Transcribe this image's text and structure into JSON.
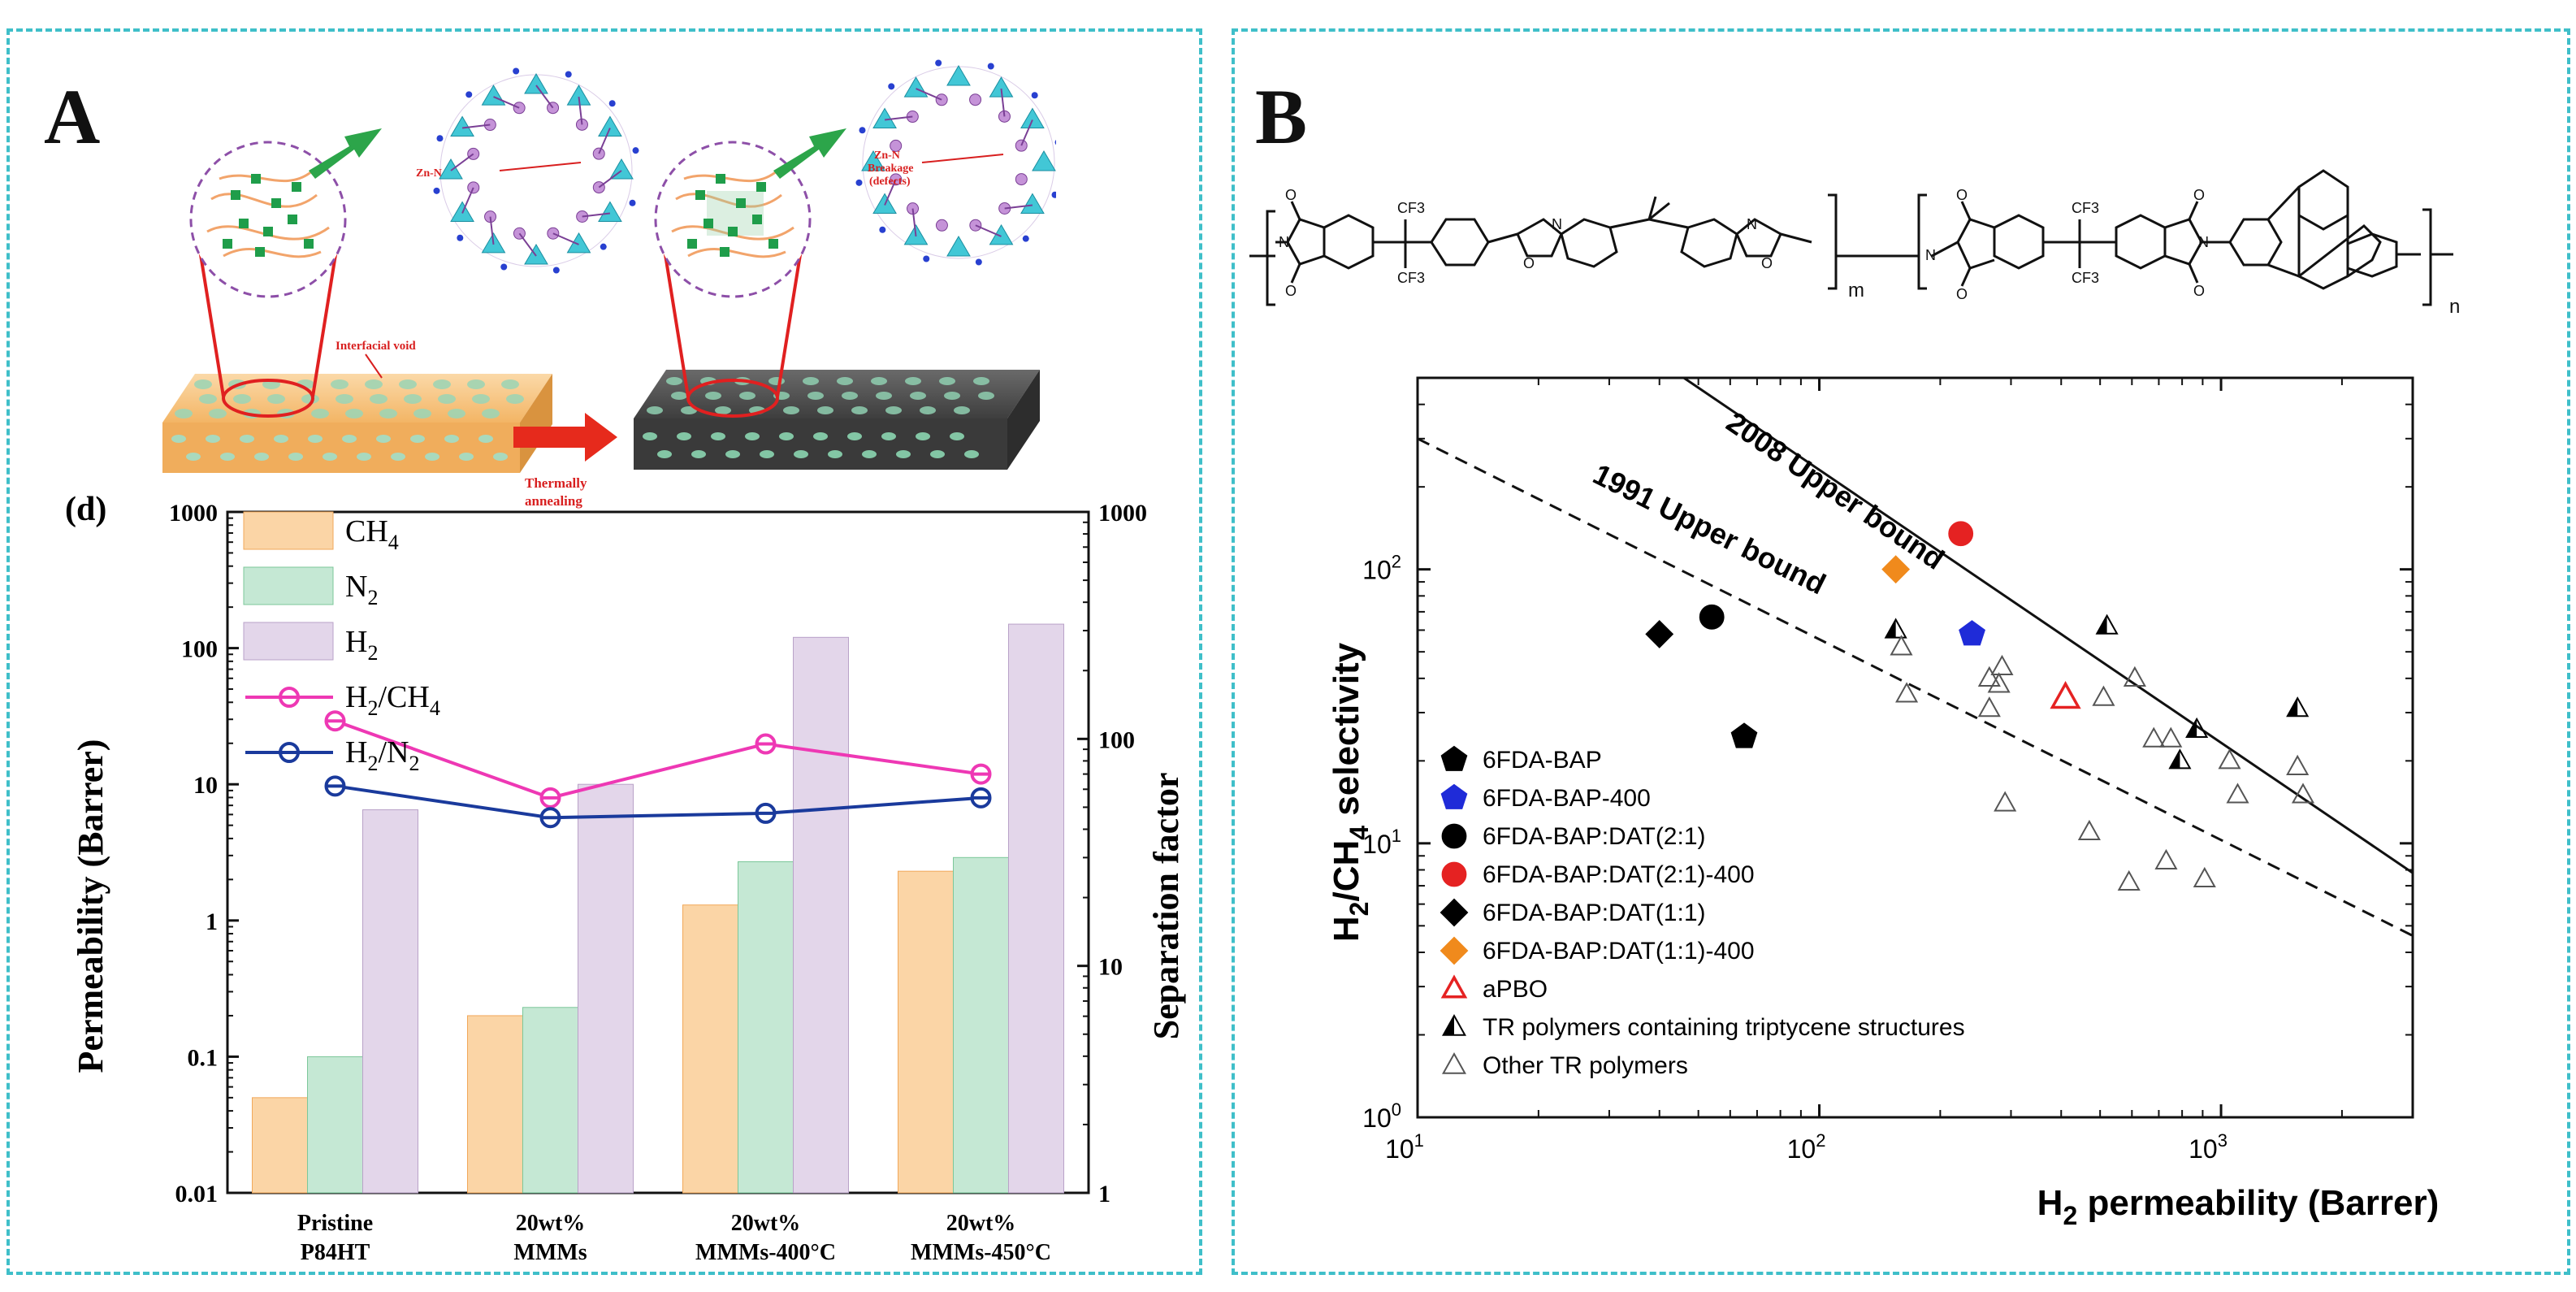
{
  "panel_a": {
    "label": "A",
    "schematic": {
      "zn_n_label": "Zn-N",
      "zn_n_breakage_label_1": "Zn-N",
      "zn_n_breakage_label_2": "Breakage",
      "zn_n_breakage_label_3": "(defects)",
      "interfacial_void_label": "Interfacial void",
      "arrow_label_1": "Thermally",
      "arrow_label_2": "annealing",
      "colors": {
        "membrane_pristine": "#f7c98c",
        "membrane_annealed": "#5a5a5a",
        "callout": "#e02020",
        "arrow_green": "#2ca54a"
      }
    }
  },
  "panel_b": {
    "label": "B",
    "structure": {
      "cf3_a": "CF3",
      "cf3_b": "CF3",
      "cf3_c": "CF3",
      "cf3_d": "CF3",
      "m": "m",
      "n": "n"
    }
  },
  "chart_data": [
    {
      "id": "d",
      "panel_letter": "(d)",
      "type": "bar",
      "yscale": "log",
      "ylabel": "Permeability (Barrer)",
      "ylim": [
        0.01,
        1000
      ],
      "y_ticks": [
        "0.01",
        "0.1",
        "1",
        "10",
        "100",
        "1000"
      ],
      "y2label": "Separation factor",
      "y2scale": "log",
      "y2lim": [
        1,
        1000
      ],
      "y2_ticks": [
        "1",
        "10",
        "100",
        "1000"
      ],
      "categories": [
        {
          "line1": "Pristine",
          "line2": "P84HT"
        },
        {
          "line1": "20wt%",
          "line2": "MMMs"
        },
        {
          "line1": "20wt%",
          "line2": "MMMs-400°C"
        },
        {
          "line1": "20wt%",
          "line2": "MMMs-450°C"
        }
      ],
      "series": [
        {
          "name": "CH4",
          "legend_main": "CH",
          "legend_sub": "4",
          "kind": "bar",
          "color": "#fbd5a6",
          "edge": "#f1a85a",
          "values": [
            0.05,
            0.2,
            1.3,
            2.3
          ]
        },
        {
          "name": "N2",
          "legend_main": "N",
          "legend_sub": "2",
          "kind": "bar",
          "color": "#c5e8d4",
          "edge": "#7cc79a",
          "values": [
            0.1,
            0.23,
            2.7,
            2.9
          ]
        },
        {
          "name": "H2",
          "legend_main": "H",
          "legend_sub": "2",
          "kind": "bar",
          "color": "#e3d6ea",
          "edge": "#b9a2c8",
          "values": [
            6.5,
            10,
            120,
            150
          ]
        },
        {
          "name": "H2/CH4",
          "legend_main": "H",
          "legend_sub": "2",
          "legend_rest": "/CH",
          "legend_sub2": "4",
          "kind": "line",
          "axis": "right",
          "color": "#ee38b4",
          "values": [
            120,
            55,
            95,
            70
          ]
        },
        {
          "name": "H2/N2",
          "legend_main": "H",
          "legend_sub": "2",
          "legend_rest": "/N",
          "legend_sub2": "2",
          "kind": "line",
          "axis": "right",
          "color": "#1a3a9c",
          "values": [
            62,
            45,
            47,
            55
          ]
        }
      ]
    },
    {
      "id": "robeson",
      "type": "scatter",
      "xscale": "log",
      "yscale": "log",
      "xlim": [
        10,
        3000
      ],
      "ylim": [
        1,
        500
      ],
      "xlabel_main": "H",
      "xlabel_sub": "2",
      "xlabel_rest": " permeability (Barrer)",
      "ylabel_main": "H",
      "ylabel_sub": "2",
      "ylabel_mid": "/CH",
      "ylabel_sub2": "4",
      "ylabel_rest": " selectivity",
      "x_ticks": [
        {
          "base": "10",
          "exp": "1"
        },
        {
          "base": "10",
          "exp": "2"
        },
        {
          "base": "10",
          "exp": "3"
        }
      ],
      "y_ticks": [
        {
          "base": "10",
          "exp": "0"
        },
        {
          "base": "10",
          "exp": "1"
        },
        {
          "base": "10",
          "exp": "2"
        }
      ],
      "bounds": [
        {
          "name": "2008 Upper bound",
          "style": "solid",
          "points": [
            [
              46,
              500
            ],
            [
              3000,
              7.8
            ]
          ]
        },
        {
          "name": "1991 Upper bound",
          "style": "dashed",
          "points": [
            [
              10,
              300
            ],
            [
              3000,
              4.6
            ]
          ]
        }
      ],
      "series": [
        {
          "name": "6FDA-BAP",
          "marker": "pentagon",
          "color": "#000000",
          "fill": true,
          "points": [
            [
              65,
              24.5
            ]
          ]
        },
        {
          "name": "6FDA-BAP-400",
          "marker": "pentagon",
          "color": "#1f2bd8",
          "fill": true,
          "points": [
            [
              240,
              58
            ]
          ]
        },
        {
          "name": "6FDA-BAP:DAT(2:1)",
          "marker": "circle",
          "color": "#000000",
          "fill": true,
          "points": [
            [
              54,
              67
            ]
          ]
        },
        {
          "name": "6FDA-BAP:DAT(2:1)-400",
          "marker": "circle",
          "color": "#e52222",
          "fill": true,
          "points": [
            [
              225,
              135
            ]
          ]
        },
        {
          "name": "6FDA-BAP:DAT(1:1)",
          "marker": "diamond",
          "color": "#000000",
          "fill": true,
          "points": [
            [
              40,
              58
            ]
          ]
        },
        {
          "name": "6FDA-BAP:DAT(1:1)-400",
          "marker": "diamond",
          "color": "#f08a1c",
          "fill": true,
          "points": [
            [
              155,
              100
            ]
          ]
        },
        {
          "name": "aPBO",
          "marker": "triangle",
          "color": "#e52222",
          "fill": false,
          "points": [
            [
              410,
              34
            ]
          ]
        },
        {
          "name": "TR polymers containing triptycene structures",
          "marker": "halftriangle",
          "color": "#000000",
          "fill": false,
          "points": [
            [
              155,
              60
            ],
            [
              520,
              62
            ],
            [
              870,
              26
            ],
            [
              790,
              20
            ],
            [
              1550,
              31
            ]
          ]
        },
        {
          "name": "Other TR polymers",
          "marker": "triangle",
          "color": "#555555",
          "fill": false,
          "points": [
            [
              160,
              52
            ],
            [
              165,
              35
            ],
            [
              265,
              31
            ],
            [
              285,
              44
            ],
            [
              280,
              38
            ],
            [
              265,
              40
            ],
            [
              290,
              14
            ],
            [
              470,
              11
            ],
            [
              510,
              34
            ],
            [
              590,
              7.2
            ],
            [
              610,
              40
            ],
            [
              680,
              24
            ],
            [
              730,
              8.6
            ],
            [
              750,
              24
            ],
            [
              910,
              7.4
            ],
            [
              1050,
              20
            ],
            [
              1100,
              15
            ],
            [
              1550,
              19
            ],
            [
              1600,
              15
            ]
          ]
        }
      ]
    }
  ]
}
